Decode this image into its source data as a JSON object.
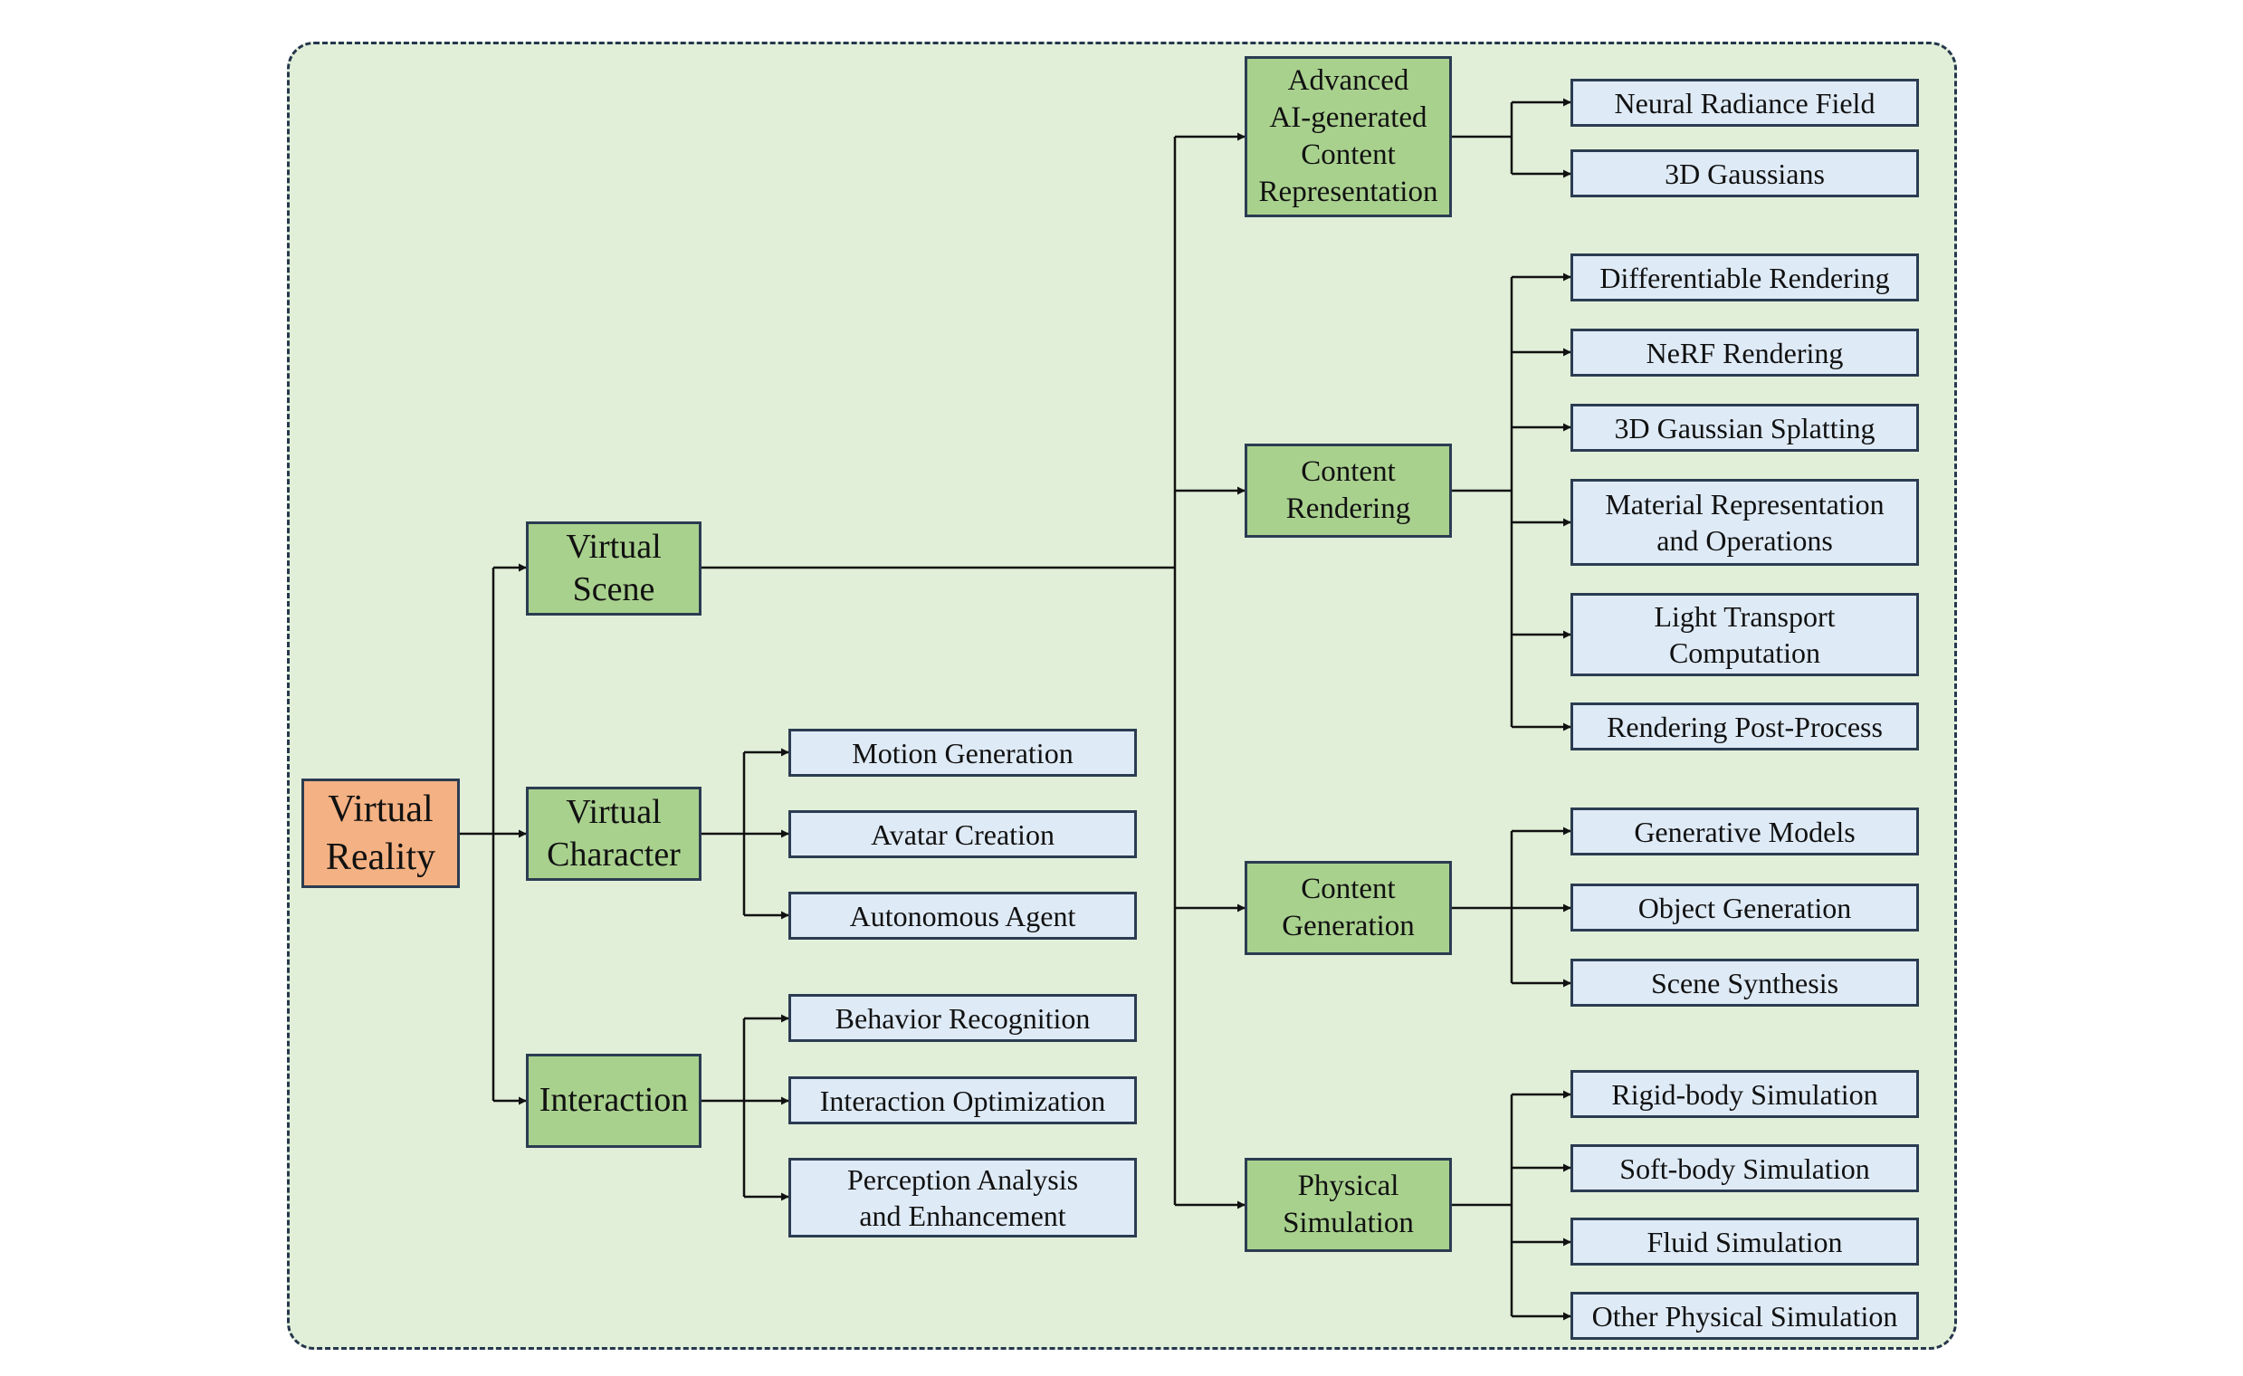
{
  "root": "Virtual\nReality",
  "level1": {
    "scene": "Virtual\nScene",
    "character": "Virtual\nCharacter",
    "interaction": "Interaction"
  },
  "character_children": [
    "Motion Generation",
    "Avatar Creation",
    "Autonomous Agent"
  ],
  "interaction_children": [
    "Behavior Recognition",
    "Interaction Optimization",
    "Perception Analysis\nand Enhancement"
  ],
  "scene_children": {
    "representation": "Advanced\nAI-generated\nContent\nRepresentation",
    "rendering": "Content\nRendering",
    "generation": "Content\nGeneration",
    "simulation": "Physical\nSimulation"
  },
  "representation_children": [
    "Neural Radiance Field",
    "3D Gaussians"
  ],
  "rendering_children": [
    "Differentiable Rendering",
    "NeRF Rendering",
    "3D Gaussian Splatting",
    "Material Representation\nand Operations",
    "Light Transport\nComputation",
    "Rendering Post-Process"
  ],
  "generation_children": [
    "Generative Models",
    "Object Generation",
    "Scene Synthesis"
  ],
  "simulation_children": [
    "Rigid-body Simulation",
    "Soft-body Simulation",
    "Fluid Simulation",
    "Other Physical Simulation"
  ],
  "colors": {
    "root": "#f4b183",
    "category": "#a9d18e",
    "leaf": "#deeaf6",
    "panel": "#e1efd9",
    "line": "#111111"
  }
}
